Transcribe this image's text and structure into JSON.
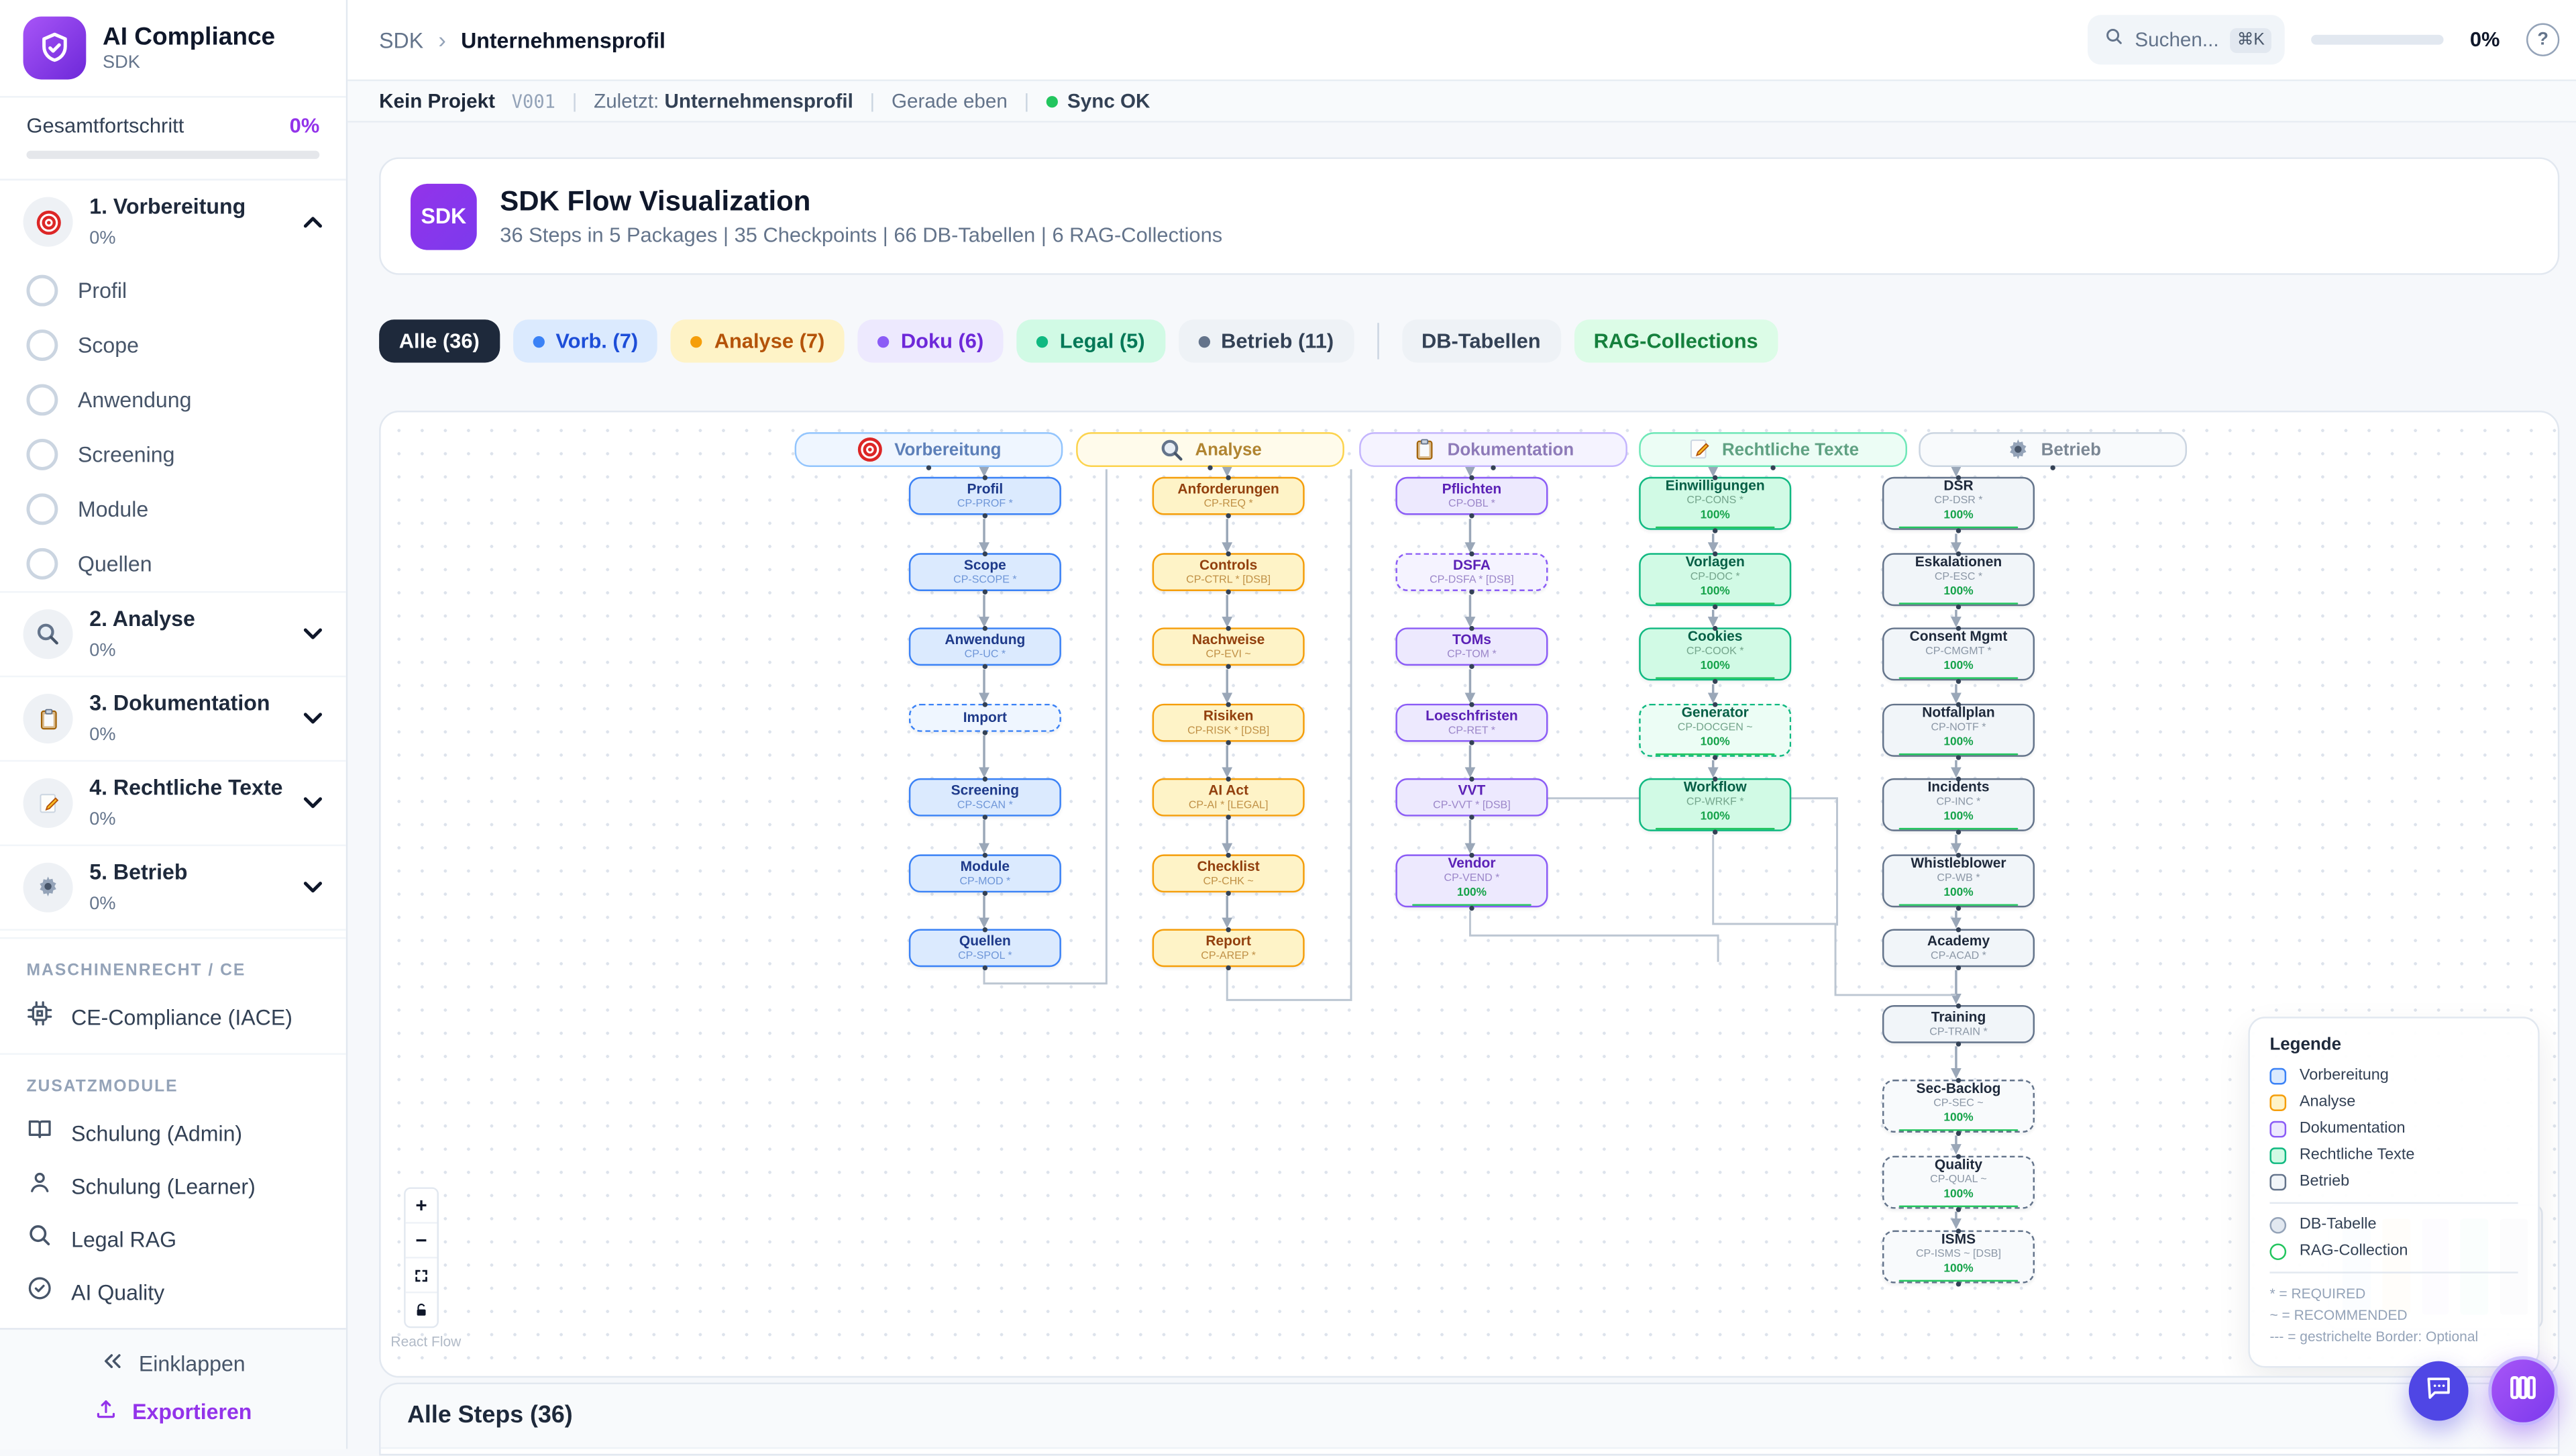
{
  "app": {
    "name": "AI Compliance",
    "subtitle": "SDK"
  },
  "sidebar": {
    "overall": {
      "label": "Gesamtfortschritt",
      "value": "0%"
    },
    "sections": [
      {
        "label": "1. Vorbereitung",
        "pct": "0%",
        "icon": "target-icon",
        "expanded": true,
        "items": [
          "Profil",
          "Scope",
          "Anwendung",
          "Screening",
          "Module",
          "Quellen"
        ]
      },
      {
        "label": "2. Analyse",
        "pct": "0%",
        "icon": "magnifier-icon",
        "expanded": false,
        "items": []
      },
      {
        "label": "3. Dokumentation",
        "pct": "0%",
        "icon": "clipboard-icon",
        "expanded": false,
        "items": []
      },
      {
        "label": "4. Rechtliche Texte",
        "pct": "0%",
        "icon": "pencil-icon",
        "expanded": false,
        "items": []
      },
      {
        "label": "5. Betrieb",
        "pct": "0%",
        "icon": "gear-icon",
        "expanded": false,
        "items": []
      }
    ],
    "machine_section": {
      "heading": "MASCHINENRECHT / CE",
      "item": "CE-Compliance (IACE)",
      "icon": "chip-icon"
    },
    "addons": {
      "heading": "ZUSATZMODULE",
      "items": [
        {
          "label": "Schulung (Admin)",
          "icon": "book-icon"
        },
        {
          "label": "Schulung (Learner)",
          "icon": "person-icon"
        },
        {
          "label": "Legal RAG",
          "icon": "search-icon"
        },
        {
          "label": "AI Quality",
          "icon": "check-circle-icon"
        }
      ]
    },
    "collapse_label": "Einklappen",
    "export_label": "Exportieren"
  },
  "header": {
    "breadcrumb": {
      "root": "SDK",
      "sep": "›",
      "current": "Unternehmensprofil"
    },
    "search_placeholder": "Suchen...",
    "search_kbd": "⌘K",
    "progress": "0%",
    "help": "?"
  },
  "statusbar": {
    "project": "Kein Projekt",
    "version": "V001",
    "last_label": "Zuletzt:",
    "last_value": "Unternehmensprofil",
    "time": "Gerade eben",
    "sync": "Sync OK"
  },
  "hero": {
    "badge": "SDK",
    "title": "SDK Flow Visualization",
    "subtitle": "36 Steps in 5 Packages | 35 Checkpoints | 66 DB-Tabellen | 6 RAG-Collections"
  },
  "filters": [
    {
      "label": "Alle (36)",
      "bg": "#1e293b",
      "fg": "#ffffff",
      "active": true
    },
    {
      "label": "Vorb. (7)",
      "dot": "#3b82f6",
      "bg": "#dbeafe",
      "fg": "#1d4ed8"
    },
    {
      "label": "Analyse (7)",
      "dot": "#f59e0b",
      "bg": "#fef3c7",
      "fg": "#b45309"
    },
    {
      "label": "Doku (6)",
      "dot": "#8b5cf6",
      "bg": "#ede9fe",
      "fg": "#6d28d9"
    },
    {
      "label": "Legal (5)",
      "dot": "#10b981",
      "bg": "#d1fae5",
      "fg": "#047857"
    },
    {
      "label": "Betrieb (11)",
      "dot": "#64748b",
      "bg": "#eef2f6",
      "fg": "#334155"
    },
    {
      "divider": true
    },
    {
      "label": "DB-Tabellen",
      "bg": "#eef2f6",
      "fg": "#334155"
    },
    {
      "label": "RAG-Collections",
      "bg": "#dcfce7",
      "fg": "#15803d"
    }
  ],
  "flow": {
    "columns": [
      {
        "id": "vorbereitung",
        "title": "Vorbereitung",
        "icon": "target-icon",
        "accent": "#3b82f6",
        "bg": "#dbeafe",
        "dashedBg": "#eff6ff",
        "text": "#1e3a8a",
        "codeColor": "#6e96d8",
        "headerBg": "#eff6ff",
        "headerBorder": "#93c5fd",
        "headerText": "#5c7fb8",
        "nodes": [
          {
            "label": "Profil",
            "code": "CP-PROF *"
          },
          {
            "label": "Scope",
            "code": "CP-SCOPE *"
          },
          {
            "label": "Anwendung",
            "code": "CP-UC *"
          },
          {
            "label": "Import",
            "dashed": true
          },
          {
            "label": "Screening",
            "code": "CP-SCAN *"
          },
          {
            "label": "Module",
            "code": "CP-MOD *"
          },
          {
            "label": "Quellen",
            "code": "CP-SPOL *"
          }
        ]
      },
      {
        "id": "analyse",
        "title": "Analyse",
        "icon": "magnifier-icon",
        "accent": "#f59e0b",
        "bg": "#fef3c7",
        "dashedBg": "#fffbeb",
        "text": "#92400e",
        "codeColor": "#c09045",
        "headerBg": "#fffbeb",
        "headerBorder": "#fcd34d",
        "headerText": "#b08430",
        "nodes": [
          {
            "label": "Anforderungen",
            "code": "CP-REQ *"
          },
          {
            "label": "Controls",
            "code": "CP-CTRL * [DSB]"
          },
          {
            "label": "Nachweise",
            "code": "CP-EVI ~"
          },
          {
            "label": "Risiken",
            "code": "CP-RISK * [DSB]"
          },
          {
            "label": "AI Act",
            "code": "CP-AI * [LEGAL]"
          },
          {
            "label": "Checklist",
            "code": "CP-CHK ~"
          },
          {
            "label": "Report",
            "code": "CP-AREP *"
          }
        ]
      },
      {
        "id": "dokumentation",
        "title": "Dokumentation",
        "icon": "clipboard-icon",
        "accent": "#8b5cf6",
        "bg": "#ede9fe",
        "dashedBg": "#f5f3ff",
        "text": "#5b21b6",
        "codeColor": "#9b86c9",
        "headerBg": "#f5f3ff",
        "headerBorder": "#c4b5fd",
        "headerText": "#8d7ab8",
        "nodes": [
          {
            "label": "Pflichten",
            "code": "CP-OBL *"
          },
          {
            "label": "DSFA",
            "code": "CP-DSFA * [DSB]",
            "dashed": true
          },
          {
            "label": "TOMs",
            "code": "CP-TOM *"
          },
          {
            "label": "Loeschfristen",
            "code": "CP-RET *"
          },
          {
            "label": "VVT",
            "code": "CP-VVT * [DSB]"
          },
          {
            "label": "Vendor",
            "code": "CP-VEND *",
            "progress": "100%"
          }
        ]
      },
      {
        "id": "rechtliche-texte",
        "title": "Rechtliche Texte",
        "icon": "pencil-icon",
        "accent": "#10b981",
        "bg": "#d1fae5",
        "dashedBg": "#ecfdf5",
        "text": "#065f46",
        "codeColor": "#74a58c",
        "headerBg": "#ecfdf5",
        "headerBorder": "#6ee7b7",
        "headerText": "#5fa182",
        "nodes": [
          {
            "label": "Einwilligungen",
            "code": "CP-CONS *",
            "progress": "100%"
          },
          {
            "label": "Vorlagen",
            "code": "CP-DOC *",
            "progress": "100%"
          },
          {
            "label": "Cookies",
            "code": "CP-COOK *",
            "progress": "100%"
          },
          {
            "label": "Generator",
            "code": "CP-DOCGEN ~",
            "progress": "100%",
            "dashed": true
          },
          {
            "label": "Workflow",
            "code": "CP-WRKF *",
            "progress": "100%"
          }
        ]
      },
      {
        "id": "betrieb",
        "title": "Betrieb",
        "icon": "gear-icon",
        "accent": "#64748b",
        "bg": "#f1f5f9",
        "dashedBg": "#f8fafc",
        "text": "#1e293b",
        "codeColor": "#8b97a6",
        "headerBg": "#f8fafc",
        "headerBorder": "#cbd5e1",
        "headerText": "#7b8794",
        "nodes": [
          {
            "label": "DSR",
            "code": "CP-DSR *",
            "progress": "100%"
          },
          {
            "label": "Eskalationen",
            "code": "CP-ESC *",
            "progress": "100%"
          },
          {
            "label": "Consent Mgmt",
            "code": "CP-CMGMT *",
            "progress": "100%"
          },
          {
            "label": "Notfallplan",
            "code": "CP-NOTF *",
            "progress": "100%"
          },
          {
            "label": "Incidents",
            "code": "CP-INC *",
            "progress": "100%"
          },
          {
            "label": "Whistleblower",
            "code": "CP-WB *",
            "progress": "100%"
          },
          {
            "label": "Academy",
            "code": "CP-ACAD *"
          },
          {
            "label": "Training",
            "code": "CP-TRAIN *"
          },
          {
            "label": "Sec-Backlog",
            "code": "CP-SEC ~",
            "progress": "100%",
            "dashed": true
          },
          {
            "label": "Quality",
            "code": "CP-QUAL ~",
            "progress": "100%",
            "dashed": true
          },
          {
            "label": "ISMS",
            "code": "CP-ISMS ~ [DSB]",
            "progress": "100%",
            "dashed": true
          }
        ]
      }
    ]
  },
  "legend": {
    "title": "Legende",
    "packages": [
      {
        "label": "Vorbereitung",
        "fill": "#dbeafe",
        "border": "#3b82f6"
      },
      {
        "label": "Analyse",
        "fill": "#fef3c7",
        "border": "#f59e0b"
      },
      {
        "label": "Dokumentation",
        "fill": "#ede9fe",
        "border": "#8b5cf6"
      },
      {
        "label": "Rechtliche Texte",
        "fill": "#d1fae5",
        "border": "#10b981"
      },
      {
        "label": "Betrieb",
        "fill": "#f1f5f9",
        "border": "#64748b"
      }
    ],
    "shapes": [
      {
        "label": "DB-Tabelle",
        "fill": "#e2e8f0",
        "border": "#94a3b8"
      },
      {
        "label": "RAG-Collection",
        "fill": "#ffffff",
        "border": "#22c55e"
      }
    ],
    "notes": [
      "* = REQUIRED",
      "~ = RECOMMENDED",
      "--- = gestrichelte Border: Optional"
    ]
  },
  "controls": {
    "zoom_in": "+",
    "zoom_out": "−",
    "attribution": "React Flow"
  },
  "bottom": {
    "title": "Alle Steps (36)"
  }
}
